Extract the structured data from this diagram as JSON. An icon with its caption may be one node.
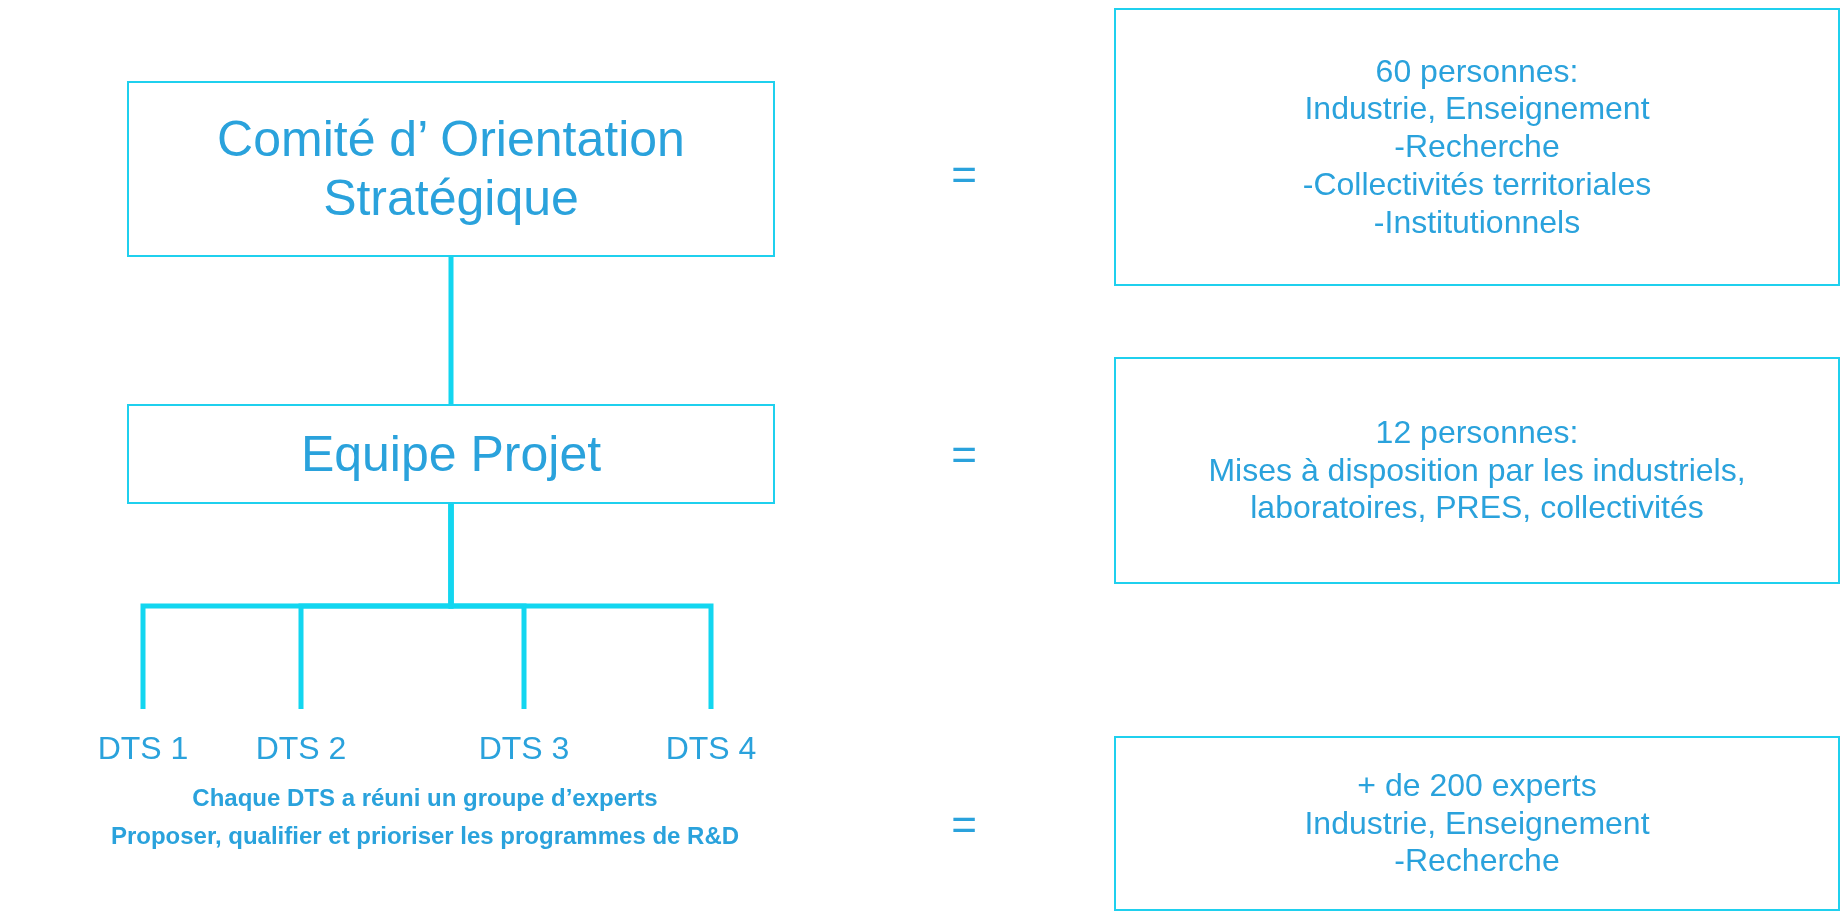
{
  "diagram": {
    "nodes": [
      {
        "text": [
          "Comité d’ Orientation Stratégique"
        ]
      },
      {
        "text": [
          "Equipe Projet"
        ]
      },
      {
        "text": [
          "DTS 1"
        ]
      },
      {
        "text": [
          "DTS 2"
        ]
      },
      {
        "text": [
          "DTS 3"
        ]
      },
      {
        "text": [
          "DTS 4"
        ]
      },
      {
        "text": [
          "60 personnes:",
          "Industrie, Enseignement",
          "-Recherche",
          "-Collectivités territoriales",
          "-Institutionnels"
        ]
      },
      {
        "text": [
          "12 personnes:",
          "Mises à disposition par les industriels, laboratoires, PRES, collectivités"
        ]
      },
      {
        "text": [
          "+ de 200 experts",
          "Industrie, Enseignement",
          "-Recherche"
        ]
      }
    ],
    "edges": [
      {
        "from": 0,
        "to": 1,
        "arrow": "none"
      },
      {
        "from": 1,
        "to": 2,
        "arrow": "none"
      },
      {
        "from": 1,
        "to": 3,
        "arrow": "none"
      },
      {
        "from": 1,
        "to": 4,
        "arrow": "none"
      },
      {
        "from": 1,
        "to": 5,
        "arrow": "none"
      }
    ],
    "labels": [
      "=",
      "=",
      "Chaque DTS a réuni un groupe d’experts",
      "Proposer, qualifier et prioriser les programmes de R&D",
      "="
    ]
  }
}
